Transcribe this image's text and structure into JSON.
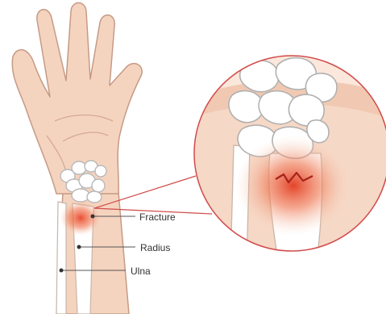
{
  "labels": {
    "fracture": "Fracture",
    "radius": "Radius",
    "ulna": "Ulna"
  },
  "colors": {
    "skin": "#f5d4bf",
    "skin_outline": "#c59a86",
    "bone": "#ffffff",
    "bone_outline": "#b9b9b9",
    "injury": "#e8462a",
    "zoom_circle": "#d14b4b"
  }
}
